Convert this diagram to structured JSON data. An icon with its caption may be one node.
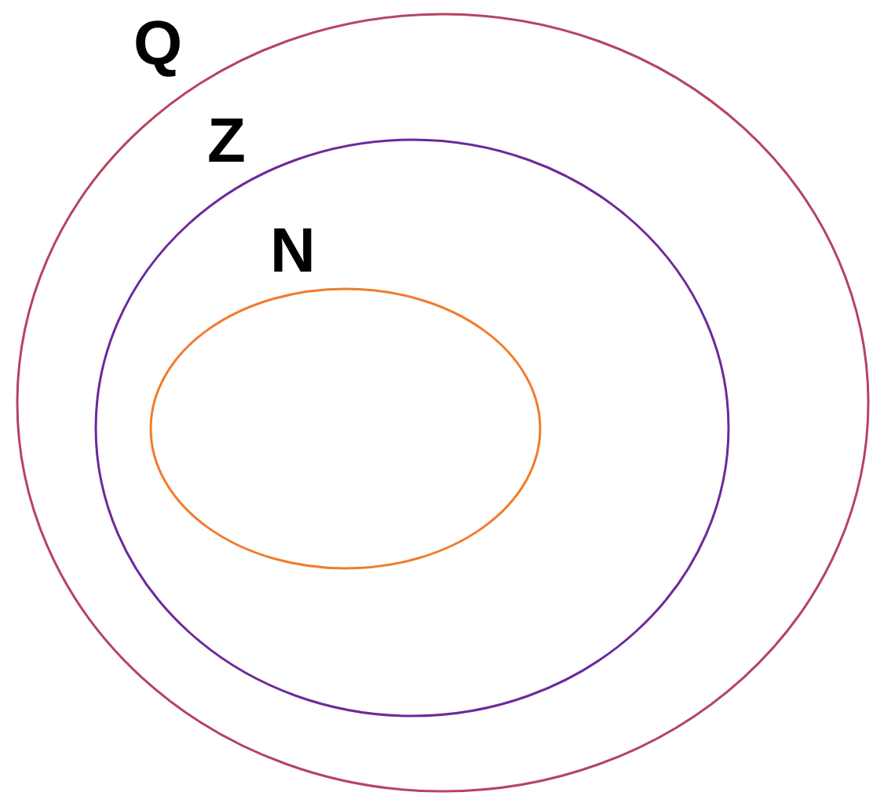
{
  "diagram": {
    "nodes": [
      {
        "text": [
          "Q"
        ]
      },
      {
        "text": [
          "Z"
        ],
        "in": 0
      },
      {
        "text": [
          "N"
        ],
        "in": 1
      }
    ]
  }
}
